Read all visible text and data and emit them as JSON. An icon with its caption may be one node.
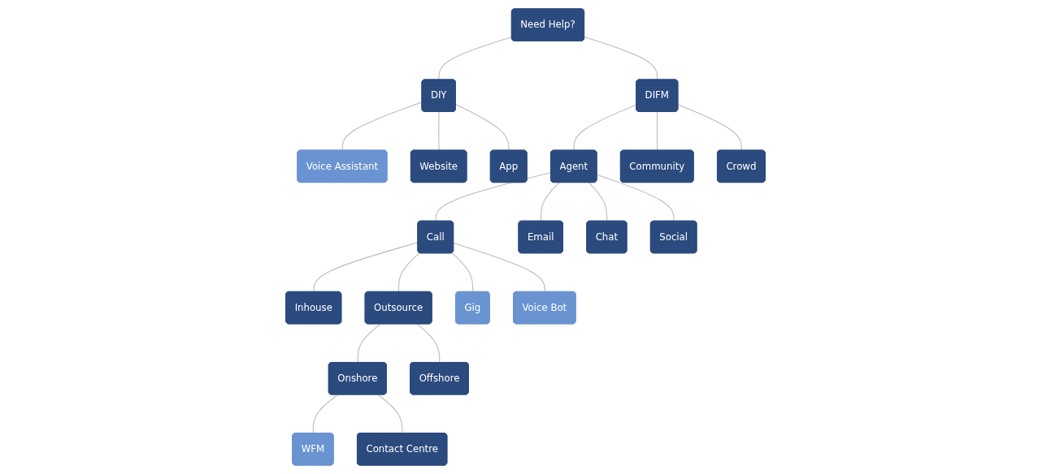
{
  "diagram": {
    "nodes": [
      {
        "text": [
          "Need Help?"
        ]
      },
      {
        "text": [
          "DIY"
        ]
      },
      {
        "text": [
          "DIFM"
        ]
      },
      {
        "text": [
          "Voice Assistant"
        ]
      },
      {
        "text": [
          "Website"
        ]
      },
      {
        "text": [
          "App"
        ]
      },
      {
        "text": [
          "Agent"
        ]
      },
      {
        "text": [
          "Community"
        ]
      },
      {
        "text": [
          "Crowd"
        ]
      },
      {
        "text": [
          "Call"
        ]
      },
      {
        "text": [
          "Email"
        ]
      },
      {
        "text": [
          "Chat"
        ]
      },
      {
        "text": [
          "Social"
        ]
      },
      {
        "text": [
          "Inhouse"
        ]
      },
      {
        "text": [
          "Outsource"
        ]
      },
      {
        "text": [
          "Gig"
        ]
      },
      {
        "text": [
          "Voice Bot"
        ]
      },
      {
        "text": [
          "Onshore"
        ]
      },
      {
        "text": [
          "Offshore"
        ]
      },
      {
        "text": [
          "WFM"
        ]
      },
      {
        "text": [
          "Contact Centre"
        ]
      }
    ],
    "edges": [
      {
        "from": 0,
        "to": 1,
        "arrow": "none"
      },
      {
        "from": 0,
        "to": 2,
        "arrow": "none"
      },
      {
        "from": 1,
        "to": 3,
        "arrow": "none"
      },
      {
        "from": 1,
        "to": 4,
        "arrow": "none"
      },
      {
        "from": 1,
        "to": 5,
        "arrow": "none"
      },
      {
        "from": 2,
        "to": 6,
        "arrow": "none"
      },
      {
        "from": 2,
        "to": 7,
        "arrow": "none"
      },
      {
        "from": 2,
        "to": 8,
        "arrow": "none"
      },
      {
        "from": 6,
        "to": 9,
        "arrow": "none"
      },
      {
        "from": 6,
        "to": 10,
        "arrow": "none"
      },
      {
        "from": 6,
        "to": 11,
        "arrow": "none"
      },
      {
        "from": 6,
        "to": 12,
        "arrow": "none"
      },
      {
        "from": 9,
        "to": 13,
        "arrow": "none"
      },
      {
        "from": 9,
        "to": 14,
        "arrow": "none"
      },
      {
        "from": 9,
        "to": 15,
        "arrow": "none"
      },
      {
        "from": 9,
        "to": 16,
        "arrow": "none"
      },
      {
        "from": 14,
        "to": 17,
        "arrow": "none"
      },
      {
        "from": 14,
        "to": 18,
        "arrow": "none"
      },
      {
        "from": 17,
        "to": 19,
        "arrow": "none"
      },
      {
        "from": 17,
        "to": 20,
        "arrow": "none"
      }
    ]
  }
}
